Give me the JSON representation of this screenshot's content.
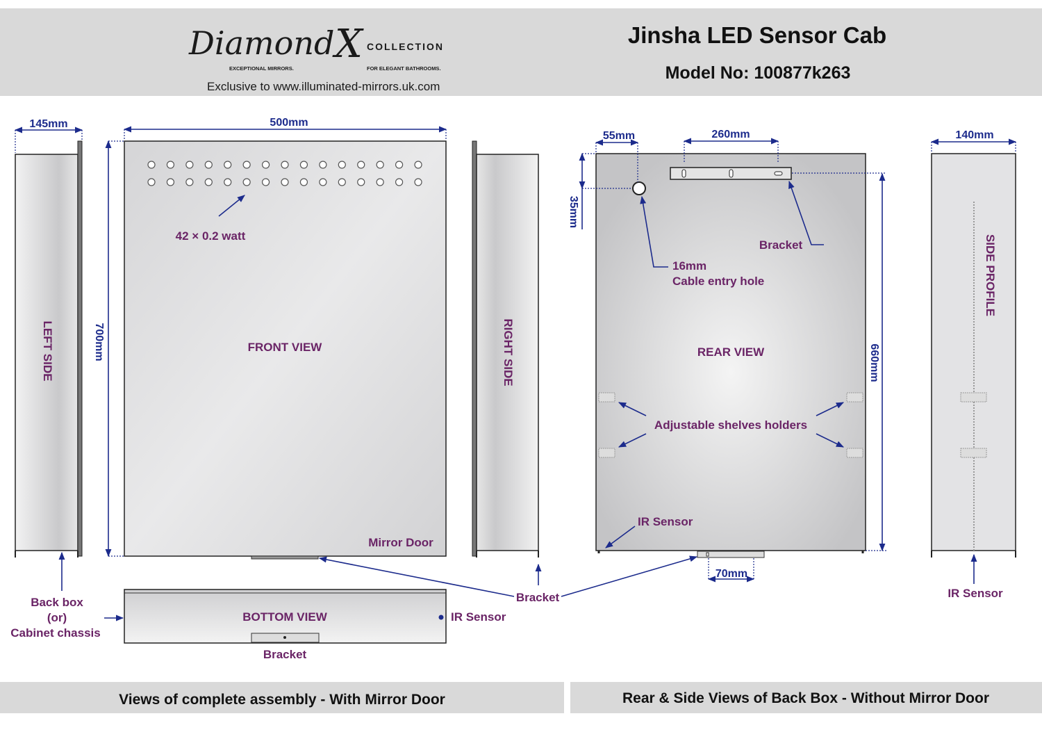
{
  "header": {
    "logo": {
      "brand_script": "Diamond",
      "brand_x": "X",
      "collection": "COLLECTION",
      "tagline_left": "EXCEPTIONAL MIRRORS.",
      "tagline_right": "FOR ELEGANT BATHROOMS.",
      "exclusive": "Exclusive to www.illuminated-mirrors.uk.com"
    },
    "title": "Jinsha LED Sensor Cab",
    "model": "Model No: 100877k263"
  },
  "front_assembly": {
    "left_side_width": "145mm",
    "left_side_label": "LEFT SIDE",
    "width": "500mm",
    "height": "700mm",
    "led_label": "42 × 0.2 watt",
    "front_view_label": "FRONT VIEW",
    "mirror_door_label": "Mirror Door",
    "right_side_label": "RIGHT SIDE",
    "back_box_label": [
      "Back box",
      "(or)",
      "Cabinet chassis"
    ],
    "bottom_view_label": "BOTTOM VIEW",
    "bottom_bracket_label": "Bracket",
    "ir_sensor_label": "IR Sensor",
    "bracket_label": "Bracket"
  },
  "rear_assembly": {
    "hole_offset": "55mm",
    "bracket_span": "260mm",
    "hole_drop": "35mm",
    "bracket_label": "Bracket",
    "hole_size": "16mm",
    "hole_label": "Cable entry hole",
    "rear_view_label": "REAR VIEW",
    "height": "660mm",
    "shelves_label": "Adjustable shelves holders",
    "ir_sensor_label": "IR Sensor",
    "bottom_bracket_width": "70mm",
    "side_width": "140mm",
    "side_profile_label": "SIDE PROFILE",
    "side_ir_label": "IR Sensor"
  },
  "footer": {
    "left": "Views of complete assembly - With Mirror Door",
    "right": "Rear & Side Views of Back Box - Without Mirror Door"
  },
  "colors": {
    "label": "#6a2466",
    "dimension": "#1c2b8c",
    "band": "#d9d9d9"
  }
}
